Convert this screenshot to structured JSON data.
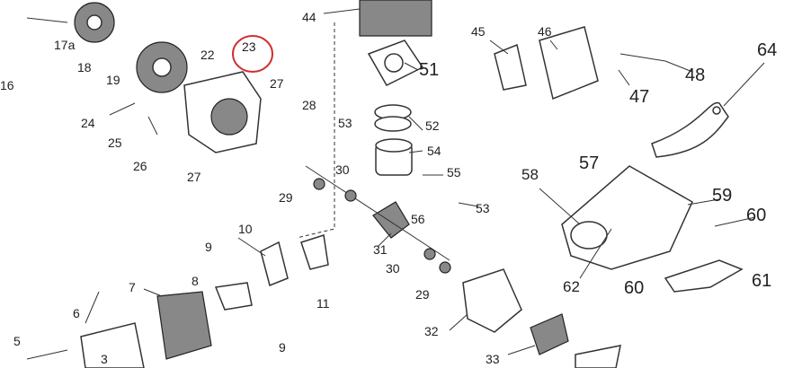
{
  "diagram": {
    "highlight_color": "#d03030",
    "highlighted_part": "23",
    "labels": [
      "17a",
      "18",
      "19",
      "16",
      "22",
      "23",
      "27",
      "28",
      "24",
      "25",
      "26",
      "27",
      "29",
      "30",
      "44",
      "45",
      "46",
      "51",
      "48",
      "47",
      "64",
      "53",
      "52",
      "54",
      "55",
      "56",
      "53",
      "57",
      "58",
      "59",
      "60",
      "10",
      "9",
      "31",
      "30",
      "8",
      "11",
      "29",
      "62",
      "60",
      "61",
      "7",
      "6",
      "9",
      "32",
      "5",
      "33",
      "3"
    ]
  }
}
